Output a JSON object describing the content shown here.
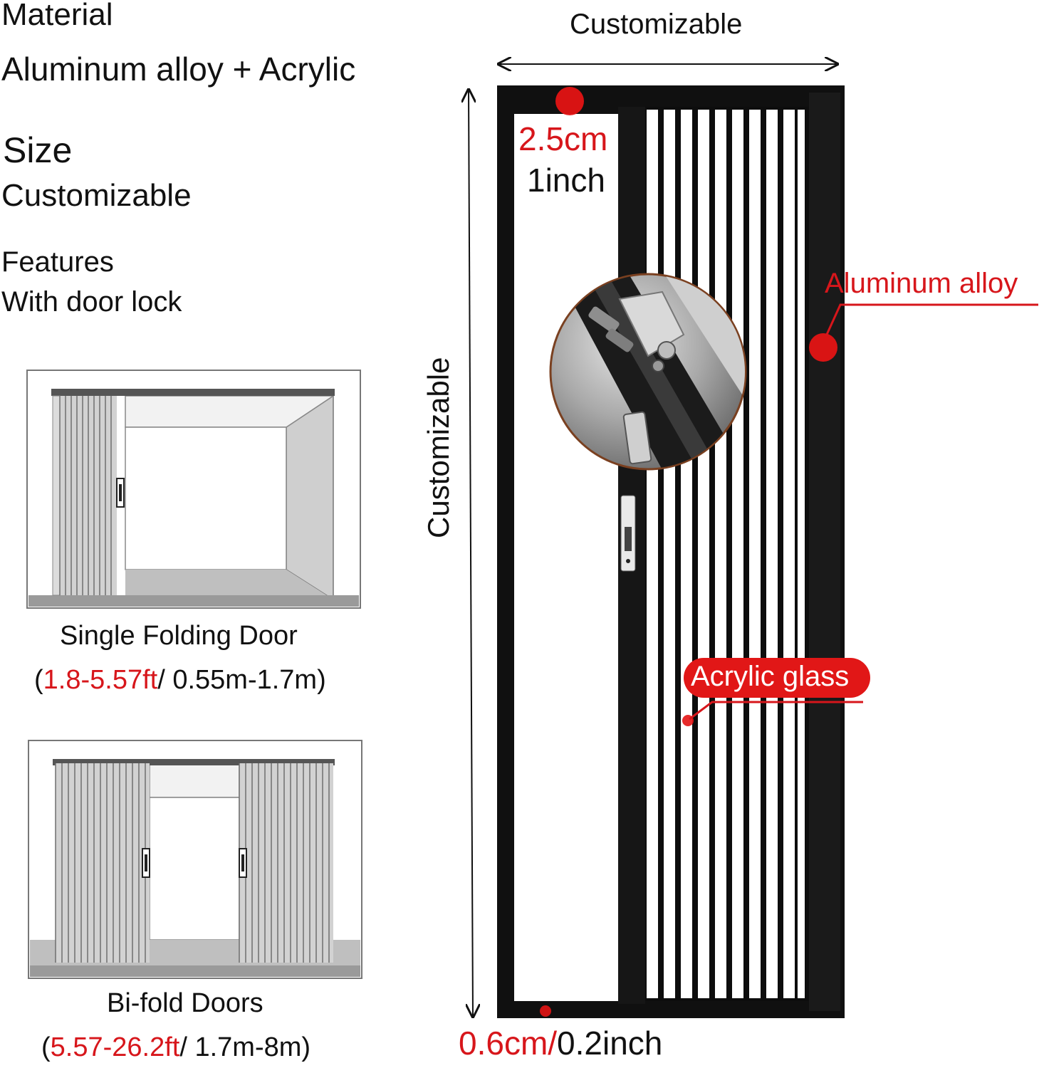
{
  "material": {
    "heading": "Material",
    "value": "Aluminum alloy + Acrylic"
  },
  "size": {
    "heading": "Size",
    "value": "Customizable"
  },
  "features": {
    "heading": "Features",
    "value": "With door lock"
  },
  "single_door": {
    "name": "Single Folding Door",
    "range_open": "(",
    "range_ft": "1.8-5.57ft",
    "range_m": "/ 0.55m-1.7m)"
  },
  "bifold_door": {
    "name": "Bi-fold Doors",
    "range_open": "(",
    "range_ft": "5.57-26.2ft",
    "range_m": "/ 1.7m-8m)"
  },
  "dimensions": {
    "width_label": "Customizable",
    "height_label": "Customizable",
    "top_frame_cm": "2.5cm",
    "top_frame_inch": "1inch",
    "bottom_frame_cm": "0.6cm/",
    "bottom_frame_inch": "0.2inch"
  },
  "callouts": {
    "frame_material": "Aluminum alloy",
    "panel_material": "Acrylic glass"
  },
  "colors": {
    "accent_red": "#d7161b",
    "frame_black": "#111111",
    "diagram_gray": "#c9c9c9"
  }
}
